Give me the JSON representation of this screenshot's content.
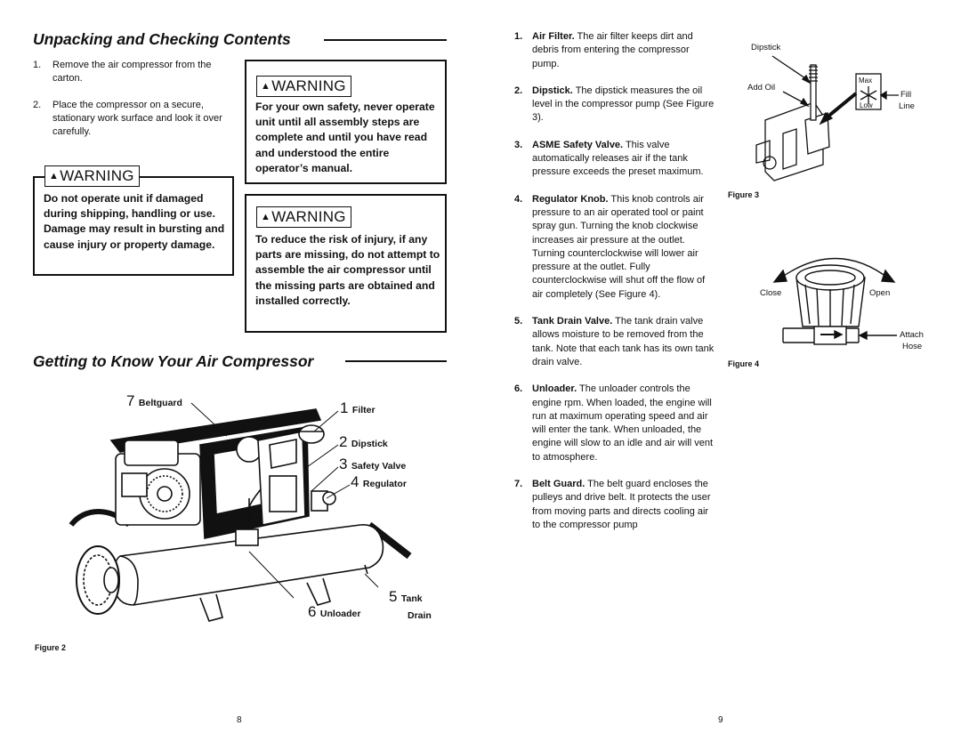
{
  "left_page": {
    "heading1": "Unpacking and Checking Contents",
    "steps": [
      {
        "num": "1.",
        "text": "Remove the air compressor from the carton."
      },
      {
        "num": "2.",
        "text": "Place the compressor on a secure, stationary work surface and look it over carefully."
      }
    ],
    "warning_label": "WARNING",
    "warning_left_text": "Do not operate unit if damaged during shipping, handling or use. Damage may result in bursting and cause injury or property damage.",
    "warning_top_text": "For your own safety, never operate unit until all assembly steps are complete and until you have read and understood the entire operator’s manual.",
    "warning_mid_text": "To reduce the risk of injury, if any parts are missing, do not attempt to assemble the air compressor until the missing parts are obtained and installed correctly.",
    "heading2": "Getting to Know Your Air Compressor",
    "figure2": {
      "callouts": [
        {
          "num": "7",
          "label": "Beltguard"
        },
        {
          "num": "1",
          "label": "Filter"
        },
        {
          "num": "2",
          "label": "Dipstick"
        },
        {
          "num": "3",
          "label": "Safety Valve"
        },
        {
          "num": "4",
          "label": "Regulator"
        },
        {
          "num": "5",
          "label": "Tank",
          "label2": "Drain"
        },
        {
          "num": "6",
          "label": "Unloader"
        }
      ],
      "caption": "Figure 2"
    },
    "page_number": "8"
  },
  "right_page": {
    "items": [
      {
        "num": "1.",
        "title": "Air Filter.",
        "text": " The air filter keeps dirt and debris from entering the compressor pump."
      },
      {
        "num": "2.",
        "title": "Dipstick.",
        "text": " The dipstick measures the oil level in the compressor pump (See Figure 3)."
      },
      {
        "num": "3.",
        "title": "ASME Safety Valve.",
        "text": " This valve automatically releases air if the tank pressure exceeds the preset maximum."
      },
      {
        "num": "4.",
        "title": "Regulator Knob.",
        "text": " This knob controls air pressure to an air operated tool or paint spray gun. Turning the knob clockwise increases air pressure at the outlet. Turning counterclockwise will lower air pressure at the outlet. Fully counterclockwise will shut off the flow of air completely (See Figure 4)."
      },
      {
        "num": "5.",
        "title": "Tank Drain Valve.",
        "text": " The tank drain valve allows moisture to be removed from the tank. Note that each tank has its own tank drain valve."
      },
      {
        "num": "6.",
        "title": "Unloader.",
        "text": " The unloader controls the engine rpm. When loaded, the engine will run at maximum operating speed and air will enter the tank. When unloaded, the engine will slow to an idle and air will vent to atmosphere."
      },
      {
        "num": "7.",
        "title": "Belt Guard.",
        "text": " The belt guard encloses the pulleys and drive belt. It protects the user from moving parts and directs cooling air to the compressor pump"
      }
    ],
    "figure3": {
      "dipstick": "Dipstick",
      "add_oil": "Add Oil",
      "max": "Max",
      "low": "Low",
      "fill": "Fill",
      "line": "Line",
      "caption": "Figure 3"
    },
    "figure4": {
      "close": "Close",
      "open": "Open",
      "attach": "Attach",
      "hose": "Hose",
      "caption": "Figure 4"
    },
    "page_number": "9"
  }
}
